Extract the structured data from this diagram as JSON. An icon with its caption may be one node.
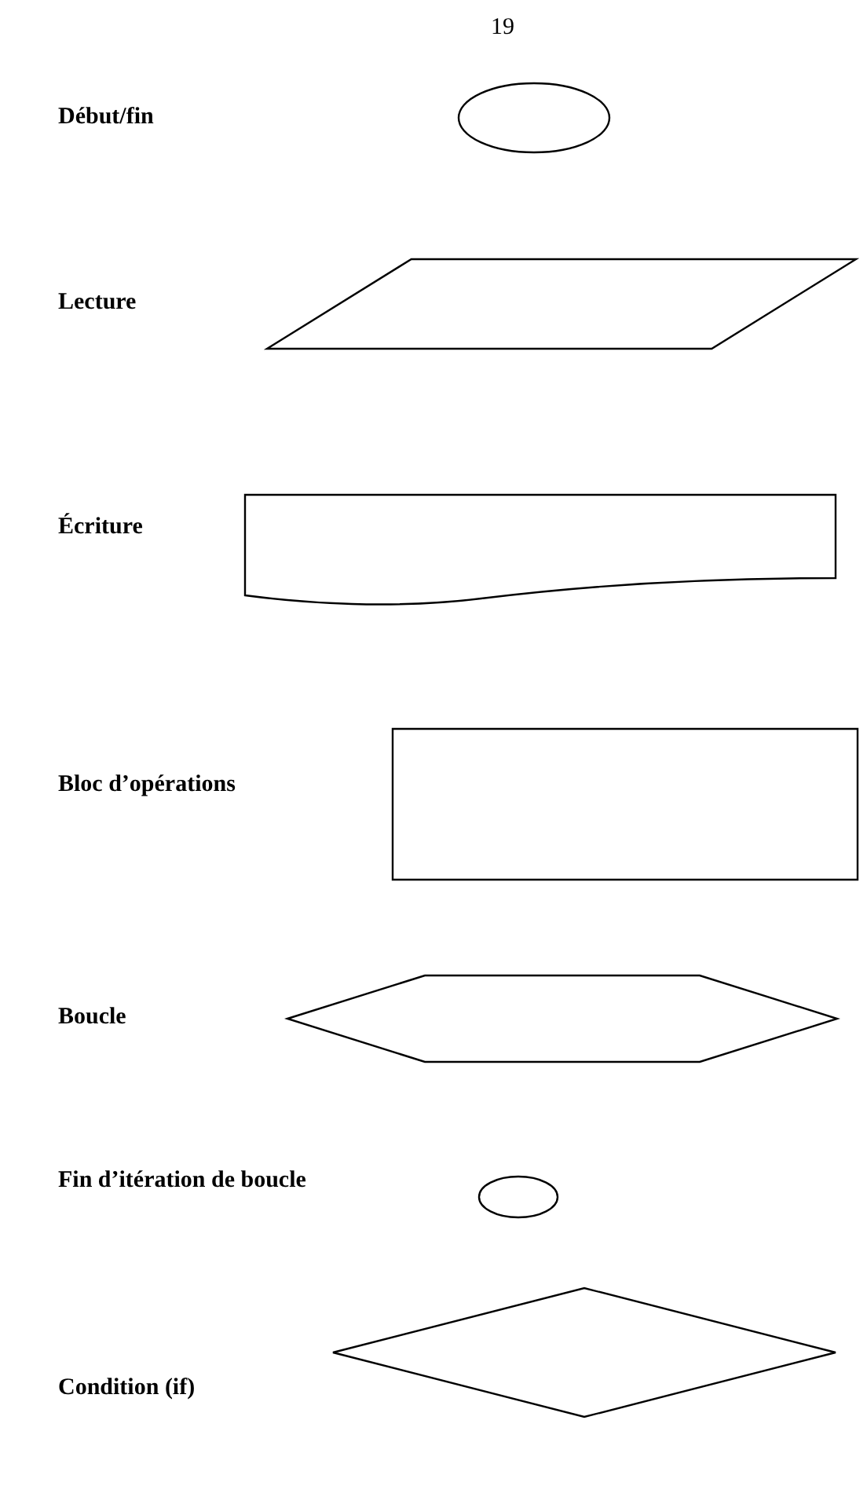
{
  "diagram": {
    "nodes": [
      {
        "text": [],
        "shape": "ellipse"
      },
      {
        "text": [],
        "shape": "parallelogram"
      },
      {
        "text": [],
        "shape": "document"
      },
      {
        "text": [],
        "shape": "box"
      },
      {
        "text": [],
        "shape": "hexagon"
      },
      {
        "text": [],
        "shape": "circle"
      },
      {
        "text": [],
        "shape": "diamond"
      }
    ],
    "labels": [
      "19",
      "Début/fin",
      "Lecture",
      "Écriture",
      "Bloc d’opérations",
      "Boucle",
      "Fin d’itération de boucle",
      "Condition (if)"
    ]
  }
}
